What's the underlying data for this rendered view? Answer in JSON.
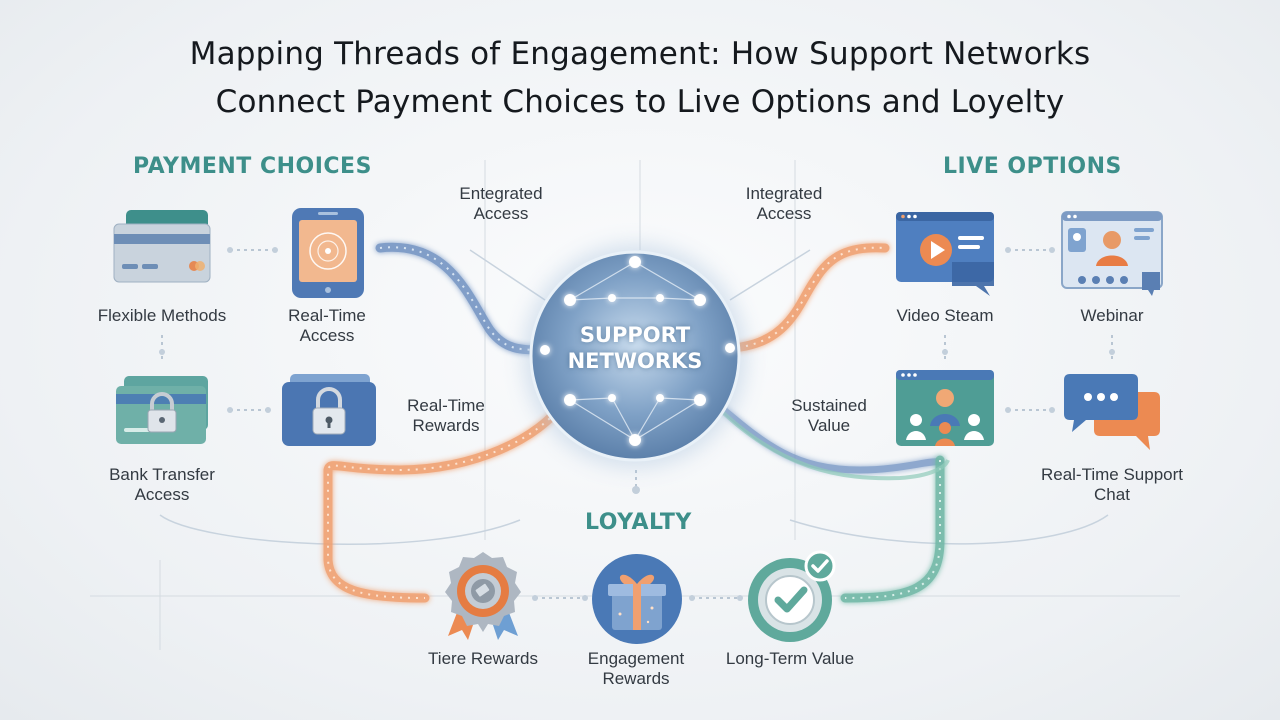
{
  "title_line1": "Mapping Threads of Engagement: How Support Networks",
  "title_line2": "Connect Payment Choices to Live Options and Loyelty",
  "sections": {
    "payment": "PAYMENT CHOICES",
    "live": "LIVE OPTIONS",
    "loyalty": "LOYALTY"
  },
  "hub": {
    "line1": "SUPPORT",
    "line2": "NETWORKS"
  },
  "payment_nodes": {
    "flexible": {
      "label": "Flexible Methods",
      "icon": "credit-card-icon"
    },
    "realtime": {
      "line1": "Real-Time",
      "line2": "Access",
      "icon": "tablet-icon"
    },
    "bank": {
      "line1": "Bank Transfer",
      "line2": "Access",
      "icon": "padlock-card-icon"
    },
    "wallet": {
      "icon": "wallet-lock-icon"
    }
  },
  "live_nodes": {
    "video": {
      "label": "Video Steam",
      "icon": "video-player-icon"
    },
    "webinar": {
      "label": "Webinar",
      "icon": "webinar-icon"
    },
    "meeting": {
      "icon": "video-meeting-icon"
    },
    "chat": {
      "line1": "Real-Time Support",
      "line2": "Chat",
      "icon": "chat-bubbles-icon"
    }
  },
  "loyalty_nodes": {
    "tiers": {
      "label": "Tiere Rewards",
      "icon": "medal-icon"
    },
    "engagement": {
      "line1": "Engagement",
      "line2": "Rewards",
      "icon": "gift-icon"
    },
    "longterm": {
      "label": "Long-Term Value",
      "icon": "checkmark-badge-icon"
    }
  },
  "connectors": {
    "entegrated": {
      "line1": "Entegrated",
      "line2": "Access"
    },
    "integrated": {
      "line1": "Integrated",
      "line2": "Access"
    },
    "rewards": {
      "line1": "Real-Time",
      "line2": "Rewards"
    },
    "sustained": {
      "line1": "Sustained",
      "line2": "Value"
    }
  },
  "colors": {
    "teal": "#3d8f8a",
    "blue": "#5b86c0",
    "orange": "#f0a070",
    "green": "#6fb8a6"
  }
}
